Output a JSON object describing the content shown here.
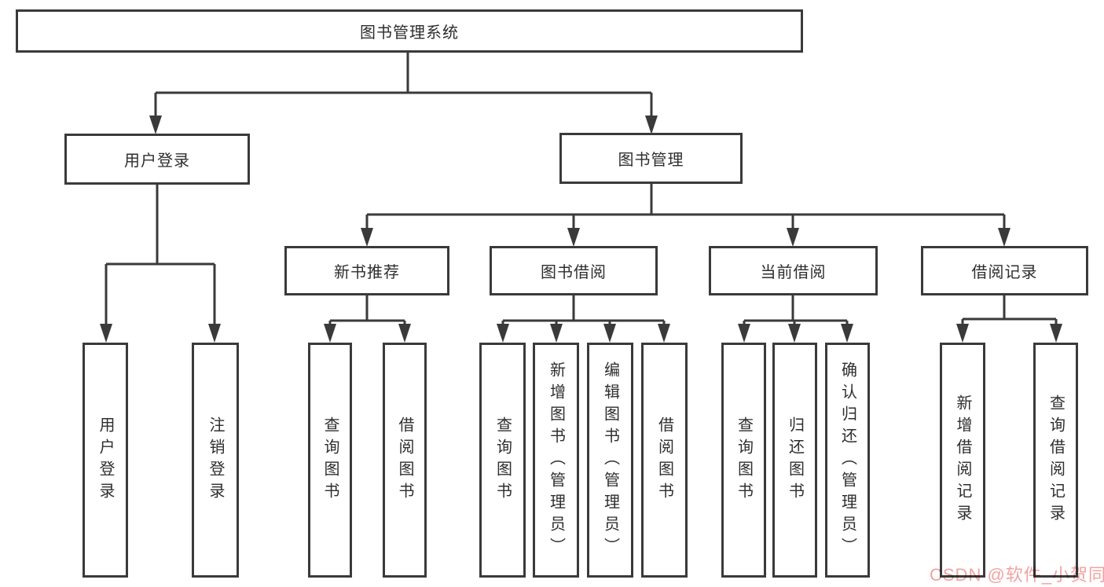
{
  "root": {
    "label": "图书管理系统"
  },
  "level2": {
    "user_login": {
      "label": "用户登录"
    },
    "book_management": {
      "label": "图书管理"
    }
  },
  "user_login_children": [
    {
      "label": "用户登录"
    },
    {
      "label": "注销登录"
    }
  ],
  "modules": [
    {
      "label": "新书推荐"
    },
    {
      "label": "图书借阅"
    },
    {
      "label": "当前借阅"
    },
    {
      "label": "借阅记录"
    }
  ],
  "new_book_children": [
    {
      "label": "查询图书"
    },
    {
      "label": "借阅图书"
    }
  ],
  "borrow_children": [
    {
      "label": "查询图书"
    },
    {
      "label": "新增图书（管理员）"
    },
    {
      "label": "编辑图书（管理员）"
    },
    {
      "label": "借阅图书"
    }
  ],
  "current_children": [
    {
      "label": "查询图书"
    },
    {
      "label": "归还图书"
    },
    {
      "label": "确认归还（管理员）"
    }
  ],
  "record_children": [
    {
      "label": "新增借阅记录"
    },
    {
      "label": "查询借阅记录"
    }
  ],
  "watermark": {
    "label": "CSDN @软件_小贺同学"
  },
  "colors": {
    "line": "#3a3a3a",
    "text": "#2e2e2e",
    "watermark": "#f2a2a2",
    "background": "#ffffff"
  }
}
